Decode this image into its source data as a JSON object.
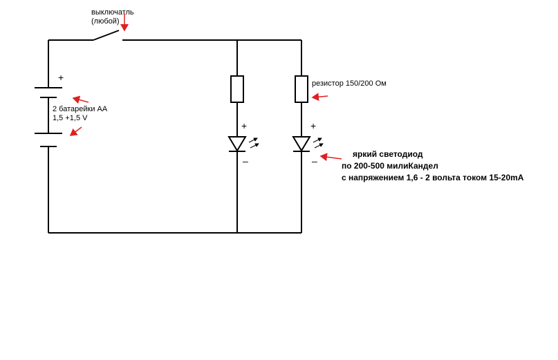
{
  "labels": {
    "switch_line1": "выключатль",
    "switch_line2": "(любой)",
    "battery_line1": "2 батарейки АА",
    "battery_line2": "1,5 +1,5 V",
    "resistor": "резистор 150/200 Ом",
    "led_line1": "яркий светодиод",
    "led_line2": "по 200-500 милиКандел",
    "led_line3": "с напряжением 1,6 - 2 вольта током 15-20mA"
  },
  "polarity": {
    "plus": "+",
    "minus": "–"
  },
  "colors": {
    "wire": "#000000",
    "annotation_arrow": "#e02020",
    "background": "#ffffff"
  }
}
